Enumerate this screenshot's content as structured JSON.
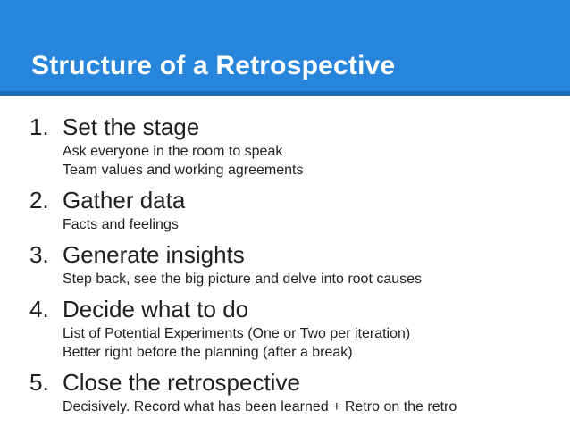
{
  "slide": {
    "title": "Structure of a Retrospective",
    "colors": {
      "header_bg": "#2786DC",
      "header_border_bottom": "#1E6CB2",
      "title_text": "#FFFFFF",
      "body_bg": "#FFFFFF",
      "body_text": "#1F1F1F"
    },
    "items": [
      {
        "number": "1.",
        "heading": "Set the stage",
        "details": [
          "Ask everyone in the room to speak",
          "Team values and working agreements"
        ]
      },
      {
        "number": "2.",
        "heading": "Gather data",
        "details": [
          "Facts and feelings"
        ]
      },
      {
        "number": "3.",
        "heading": "Generate insights",
        "details": [
          "Step back, see the big picture and delve into root causes"
        ]
      },
      {
        "number": "4.",
        "heading": "Decide what to do",
        "details": [
          "List of Potential Experiments (One or Two per iteration)",
          "Better right before the planning (after a break)"
        ]
      },
      {
        "number": "5.",
        "heading": "Close the retrospective",
        "details": [
          "Decisively. Record what has been learned + Retro on the retro"
        ]
      }
    ]
  }
}
